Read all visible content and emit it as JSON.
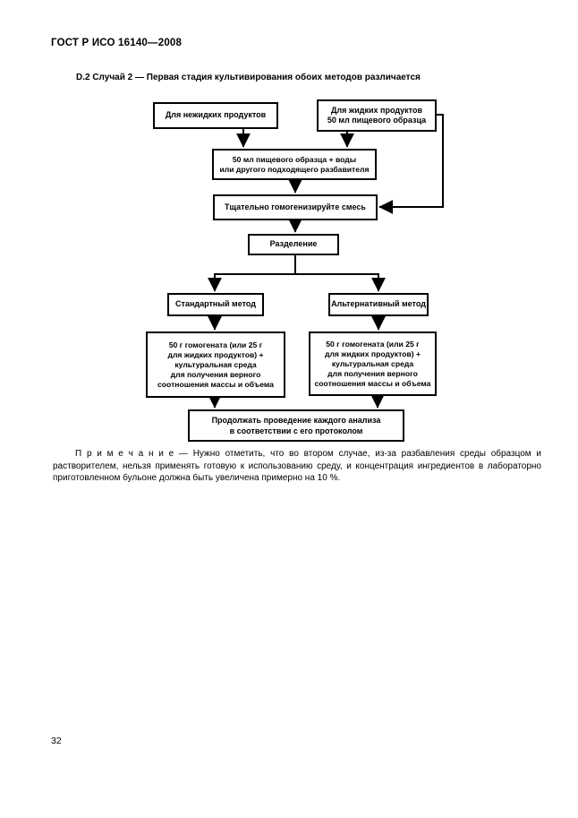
{
  "page": {
    "header": "ГОСТ Р ИСО 16140—2008",
    "section_title": "D.2 Случай 2 — Первая стадия культивирования обоих методов различается",
    "note": "П р и м е ч а н и е  —  Нужно отметить, что во втором случае, из-за разбавления среды образцом и растворителем, нельзя применять готовую к использованию среду, и концентрация ингредиентов в лабораторно приготовленном бульоне должна быть увеличена примерно на 10 %.",
    "page_number": "32"
  },
  "colors": {
    "ink": "#000000",
    "paper": "#ffffff"
  },
  "flowchart": {
    "nodes": {
      "non_liquid": "Для нежидких продуктов",
      "liquid": "Для жидких продуктов\n50 мл пищевого образца",
      "dilution": "50 мл пищевого образца + воды\nили другого подходящего разбавителя",
      "homogenize": "Тщательно гомогенизируйте смесь",
      "separation": "Разделение",
      "standard_method": "Стандартный метод",
      "alternative_method": "Альтернативный метод",
      "standard_detail": "50 г гомогената (или 25 г\nдля жидких продуктов) +\nкультуральная среда\nдля получения верного\nсоотношения массы и объема",
      "alternative_detail": "50 г гомогената (или 25 г\nдля жидких продуктов) +\nкультуральная среда\nдля получения верного\nсоотношения массы и объема",
      "continue_protocol": "Продолжать проведение каждого анализа\nв соответствии с его протоколом"
    }
  }
}
